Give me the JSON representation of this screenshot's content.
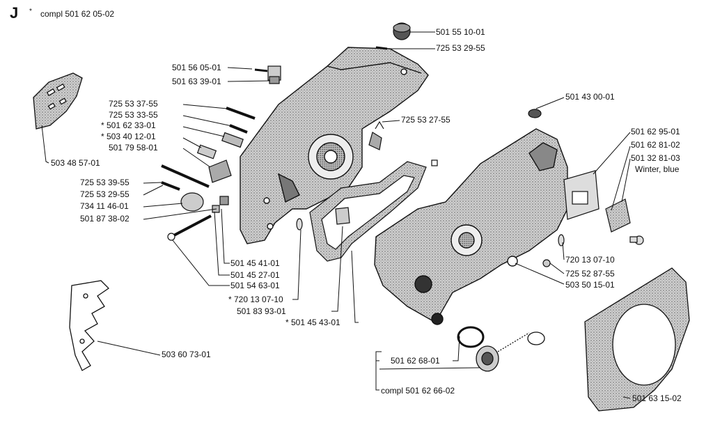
{
  "section": {
    "letter": "J",
    "asterisk": "*",
    "compl_label": "compl 501 62 05-02"
  },
  "labels": {
    "p_501_55_10_01": "501 55 10-01",
    "p_725_53_29_55_top": "725 53 29-55",
    "p_501_56_05_01": "501 56 05-01",
    "p_501_63_39_01": "501 63 39-01",
    "p_725_53_37_55": "725 53 37-55",
    "p_725_53_33_55": "725 53 33-55",
    "p_501_62_33_01": "* 501 62 33-01",
    "p_503_40_12_01": "* 503 40 12-01",
    "p_501_79_58_01": "501 79 58-01",
    "p_503_48_57_01": "503 48 57-01",
    "p_725_53_39_55": "725 53 39-55",
    "p_725_53_29_55": "725 53 29-55",
    "p_734_11_46_01": "734 11 46-01",
    "p_501_87_38_02": "501 87 38-02",
    "p_725_53_27_55": "725 53 27-55",
    "p_501_43_00_01": "501 43 00-01",
    "p_501_62_95_01": "501 62 95-01",
    "p_501_62_81_02": "501 62 81-02",
    "p_501_32_81_03": "501 32 81-03",
    "p_winter_blue": "Winter, blue",
    "p_501_45_41_01": "501 45 41-01",
    "p_501_45_27_01": "501 45 27-01",
    "p_501_54_63_01": "501 54 63-01",
    "p_720_13_07_10_left": "* 720 13 07-10",
    "p_501_83_93_01": "501 83 93-01",
    "p_501_45_43_01": "* 501 45 43-01",
    "p_720_13_07_10_right": "720 13 07-10",
    "p_725_52_87_55": "725 52 87-55",
    "p_503_50_15_01": "503 50 15-01",
    "p_503_60_73_01": "503 60 73-01",
    "p_501_62_68_01": "501 62 68-01",
    "p_compl_501_62_66_02": "compl 501 62 66-02",
    "p_501_63_15_02": "501 63 15-02"
  }
}
